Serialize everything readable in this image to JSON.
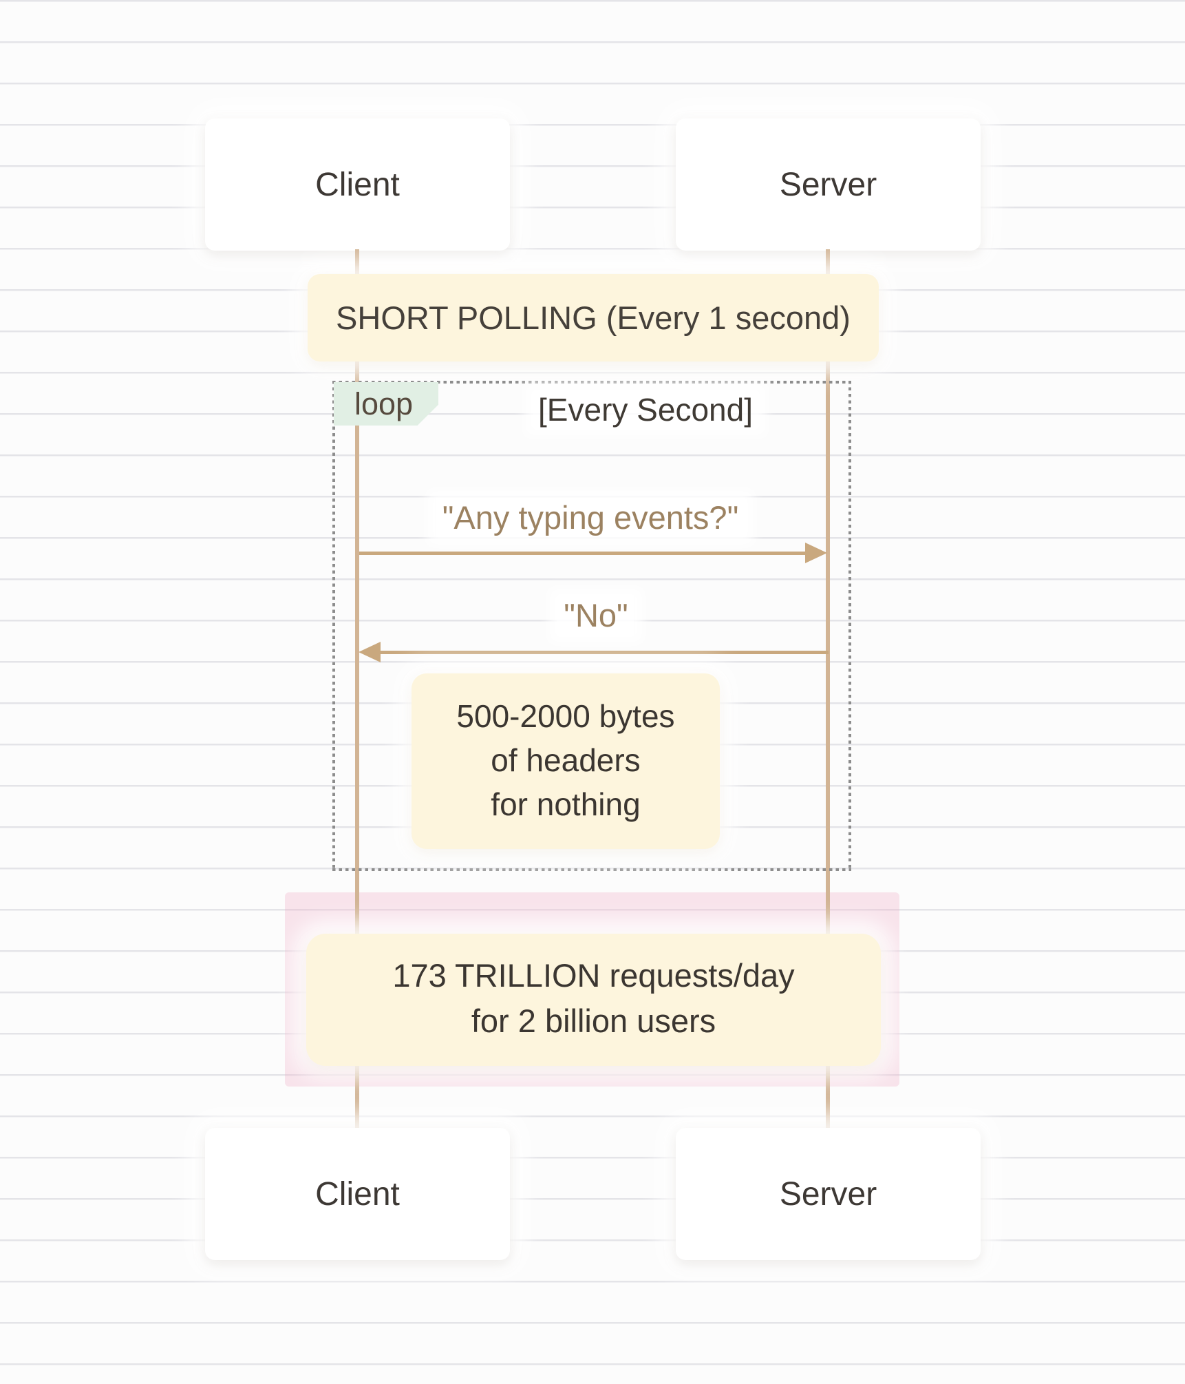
{
  "colors": {
    "arrow_tan": "#c9a87e",
    "lifeline_tan": "#d2b494",
    "note_cream": "#fdf5dd",
    "pink_highlight": "#f9e5ed",
    "loop_label_green": "#e1efe4",
    "loop_border_gray": "#8d8d8d",
    "text_dark": "#3b3631",
    "message_text_brown": "#9c8261",
    "ruled_line": "#e4e4e8"
  },
  "actors": {
    "client": {
      "label": "Client"
    },
    "server": {
      "label": "Server"
    }
  },
  "banner": {
    "label": "SHORT POLLING (Every 1 second)"
  },
  "loop": {
    "label": "loop",
    "condition": "[Every Second]",
    "messages": [
      {
        "text": "\"Any typing events?\"",
        "from": "client",
        "to": "server",
        "direction": "right"
      },
      {
        "text": "\"No\"",
        "from": "server",
        "to": "client",
        "direction": "left"
      }
    ],
    "note": {
      "lines": [
        "500-2000 bytes",
        "of headers",
        "for nothing"
      ]
    }
  },
  "highlight_note": {
    "lines": [
      "173 TRILLION requests/day",
      "for 2 billion users"
    ]
  }
}
